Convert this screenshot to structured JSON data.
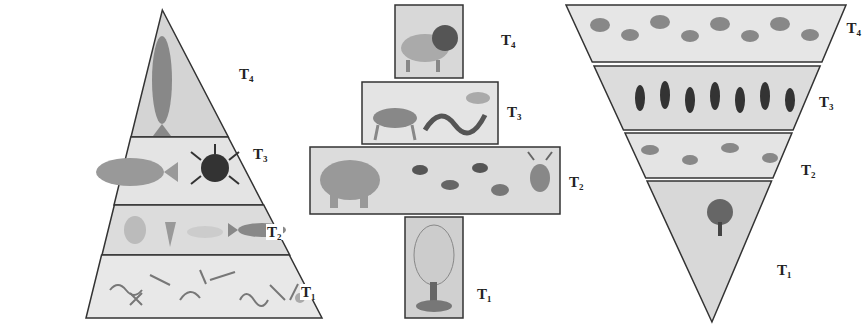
{
  "diagram": {
    "nodes": [
      {
        "text": [
          "T₄"
        ]
      },
      {
        "text": [
          "T₃"
        ]
      },
      {
        "text": [
          "T₂"
        ]
      },
      {
        "text": [
          "T₁"
        ]
      },
      {
        "text": [
          "T₄"
        ]
      },
      {
        "text": [
          "T₃"
        ]
      },
      {
        "text": [
          "T₂"
        ]
      },
      {
        "text": [
          "T₁"
        ]
      },
      {
        "text": [
          "T₄"
        ]
      },
      {
        "text": [
          "T₃"
        ]
      },
      {
        "text": [
          "T₂"
        ]
      },
      {
        "text": [
          "T₁"
        ]
      }
    ]
  }
}
